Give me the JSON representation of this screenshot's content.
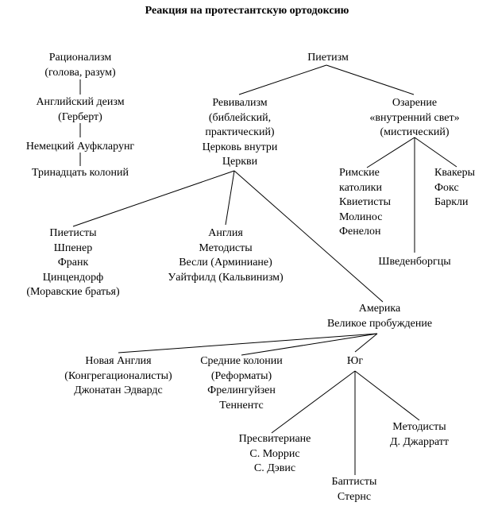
{
  "title": "Реакция на протестантскую ортодоксию",
  "nodes": {
    "rationalism": [
      "Рационализм",
      "(голова, разум)"
    ],
    "deism": [
      "Английский деизм",
      "(Герберт)"
    ],
    "aufklarung": [
      "Немецкий Ауфкларунг"
    ],
    "colonies": [
      "Тринадцать колоний"
    ],
    "pietism": [
      "Пиетизм"
    ],
    "revivalism": [
      "Ревивализм",
      "(библейский,",
      "практический)",
      "Церковь внутри",
      "Церкви"
    ],
    "illumination": [
      "Озарение",
      "«внутренний свет»",
      "(мистический)"
    ],
    "catholics": [
      "Римские",
      "католики",
      "Квиетисты",
      "Молинос",
      "Фенелон"
    ],
    "quakers": [
      "Квакеры",
      "Фокс",
      "Баркли"
    ],
    "swedenborgians": [
      "Шведенборгцы"
    ],
    "pietists": [
      "Пиетисты",
      "Шпенер",
      "Франк",
      "Цинцендорф",
      "(Моравские братья)"
    ],
    "england": [
      "Англия",
      "Методисты",
      "Весли (Арминиане)",
      "Уайтфилд (Кальвинизм)"
    ],
    "america": [
      "Америка",
      "Великое пробуждение"
    ],
    "new_england": [
      "Новая Англия",
      "(Конгрегационалисты)",
      "Джонатан Эдвардс"
    ],
    "middle_colonies": [
      "Средние колонии",
      "(Реформаты)",
      "Фрелингуйзен",
      "Теннентс"
    ],
    "south": [
      "Юг"
    ],
    "presbyterians": [
      "Пресвитериане",
      "С. Моррис",
      "С. Дэвис"
    ],
    "baptists": [
      "Баптисты",
      "Стернс"
    ],
    "methodists": [
      "Методисты",
      "Д. Джарратт"
    ]
  }
}
